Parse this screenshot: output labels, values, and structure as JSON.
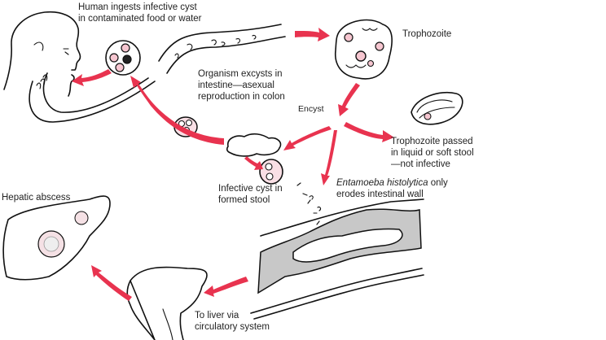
{
  "title": "Entamoeba histolytica life cycle",
  "colors": {
    "arrow": "#e8334f",
    "nucleus_fill": "#f6c6d0",
    "wall_gray": "#c8c8c8",
    "ink": "#111111"
  },
  "labels": {
    "ingest": [
      "Human ingests infective cyst",
      "in contaminated food or water"
    ],
    "excyst": [
      "Organism excysts in",
      "intestine—asexual",
      "reproduction in colon"
    ],
    "trophozoite": "Trophozoite",
    "encyst": "Encyst",
    "passed": [
      "Trophozoite passed",
      "in liquid or soft stool",
      "—not infective"
    ],
    "infective_cyst": [
      "Infective cyst in",
      "formed stool"
    ],
    "erodes_italic": "Entamoeba histolytica",
    "erodes_rest": " only",
    "erodes_line2": "erodes intestinal wall",
    "hepatic": "Hepatic abscess",
    "to_liver": [
      "To liver via",
      "circulatory system"
    ]
  },
  "stages": [
    {
      "name": "human-ingestion",
      "next": "intestine"
    },
    {
      "name": "intestine-excystation",
      "next": "trophozoite"
    },
    {
      "name": "trophozoite",
      "next": [
        "encyst",
        "trophozoite-passed",
        "tissue-invasion"
      ]
    },
    {
      "name": "encyst",
      "next": "infective-cyst-in-stool"
    },
    {
      "name": "infective-cyst-in-stool",
      "next": "human-ingestion"
    },
    {
      "name": "tissue-invasion",
      "next": "liver"
    },
    {
      "name": "liver",
      "next": "hepatic-abscess"
    }
  ]
}
